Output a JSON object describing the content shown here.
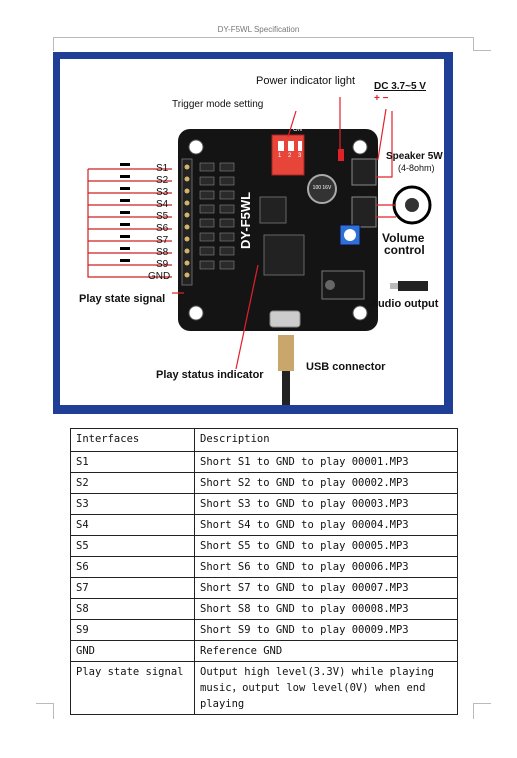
{
  "page": {
    "header": "DY-F5WL Specification"
  },
  "figure": {
    "power_indicator_label": "Power indicator light",
    "dc_label": "DC 3.7~5 V",
    "plus_minus": "+ −",
    "trigger_mode_label": "Trigger mode setting",
    "speaker_label": "Speaker 5W",
    "speaker_ohm": "(4-8ohm)",
    "volume_label_1": "Volume",
    "volume_label_2": "control",
    "audio_output_label": "Audio output",
    "usb_label": "USB connector",
    "play_state_signal_label": "Play state signal",
    "play_status_indicator_label": "Play status indicator",
    "board_name": "DY-F5WL",
    "switch_on": "ON",
    "switch_numbers": [
      "1",
      "2",
      "3"
    ],
    "capacitor_text": "100 16V",
    "pins": [
      "S1",
      "S2",
      "S3",
      "S4",
      "S5",
      "S6",
      "S7",
      "S8",
      "S9",
      "GND"
    ],
    "colors": {
      "frame": "#1f3f96",
      "pcb": "#141414",
      "red_line": "#e0212a",
      "dip": "#e8453a",
      "volume_pot": "#2e6fd8",
      "usb_metal": "#c9a66b"
    }
  },
  "table": {
    "headers": [
      "Interfaces",
      "Description"
    ],
    "rows": [
      {
        "iface": "S1",
        "desc": "Short S1 to GND to play 00001.MP3"
      },
      {
        "iface": "S2",
        "desc": "Short S2 to GND to play 00002.MP3"
      },
      {
        "iface": "S3",
        "desc": "Short S3 to GND to play 00003.MP3"
      },
      {
        "iface": "S4",
        "desc": "Short S4 to GND to play 00004.MP3"
      },
      {
        "iface": "S5",
        "desc": "Short S5 to GND to play 00005.MP3"
      },
      {
        "iface": "S6",
        "desc": "Short S6 to GND to play 00006.MP3"
      },
      {
        "iface": "S7",
        "desc": "Short S7 to GND to play 00007.MP3"
      },
      {
        "iface": "S8",
        "desc": "Short S8 to GND to play 00008.MP3"
      },
      {
        "iface": "S9",
        "desc": "Short S9 to GND to play 00009.MP3"
      },
      {
        "iface": "GND",
        "desc": "Reference GND"
      },
      {
        "iface": "Play state signal",
        "desc": "Output high level(3.3V) while playing music，output low level(0V) when end playing"
      }
    ]
  }
}
